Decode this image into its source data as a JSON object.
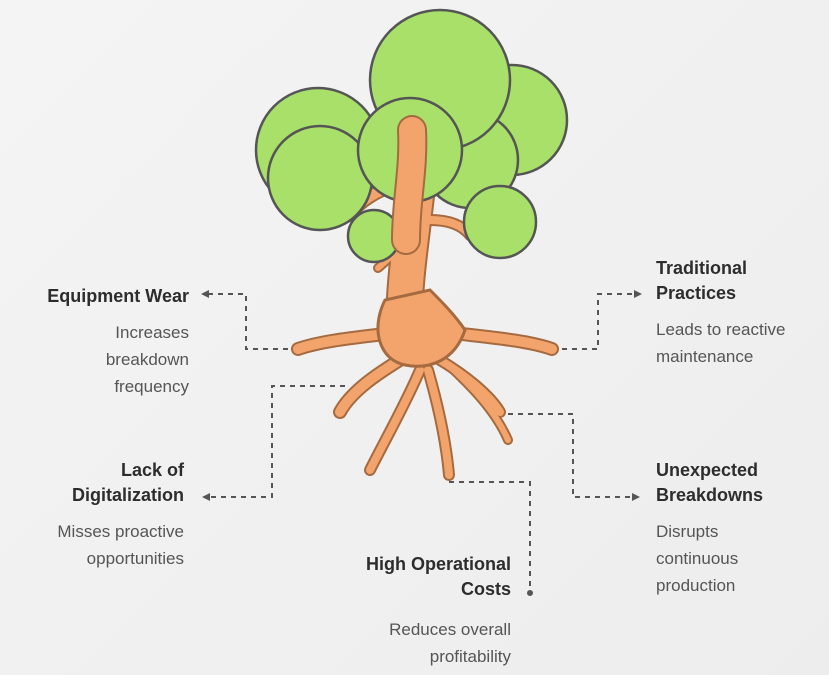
{
  "colors": {
    "foliage": "#a8e06a",
    "trunk": "#f3a46d",
    "outline": "#555555",
    "background": "#f1f1f1"
  },
  "nodes": [
    {
      "id": "equipment",
      "title": "Equipment Wear",
      "description": "Increases breakdown frequency",
      "lines": [
        "Increases",
        "breakdown",
        "frequency"
      ]
    },
    {
      "id": "traditional",
      "title_lines": [
        "Traditional",
        "Practices"
      ],
      "description": "Leads to reactive maintenance",
      "lines": [
        "Leads to reactive",
        "maintenance"
      ]
    },
    {
      "id": "digital",
      "title_lines": [
        "Lack of",
        "Digitalization"
      ],
      "description": "Misses proactive opportunities",
      "lines": [
        "Misses proactive",
        "opportunities"
      ]
    },
    {
      "id": "unexpected",
      "title_lines": [
        "Unexpected",
        "Breakdowns"
      ],
      "description": "Disrupts continuous production",
      "lines": [
        "Disrupts",
        "continuous",
        "production"
      ]
    },
    {
      "id": "costs",
      "title_lines": [
        "High Operational",
        "Costs"
      ],
      "description": "Reduces overall profitability",
      "lines": [
        "Reduces overall",
        "profitability"
      ]
    }
  ]
}
